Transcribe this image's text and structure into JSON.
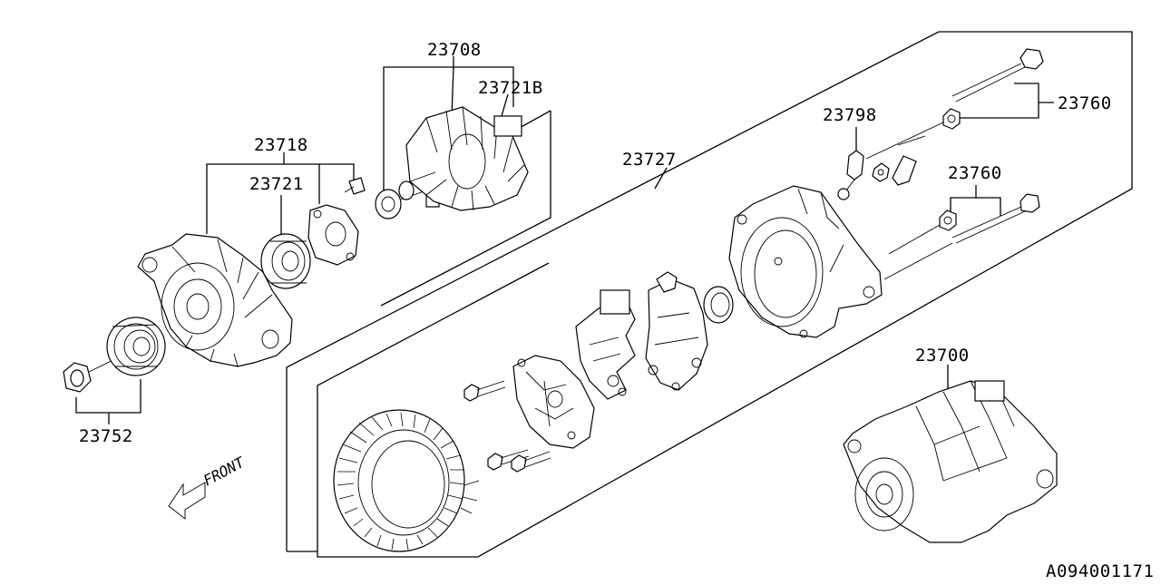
{
  "diagram": {
    "labels": {
      "p23708": "23708",
      "p23721b": "23721B",
      "p23718": "23718",
      "p23721": "23721",
      "p23727": "23727",
      "p23798": "23798",
      "p23760_top": "23760",
      "p23760_mid": "23760",
      "p23700": "23700",
      "p23752": "23752",
      "front": "FRONT"
    },
    "reference_code": "A094001171"
  }
}
